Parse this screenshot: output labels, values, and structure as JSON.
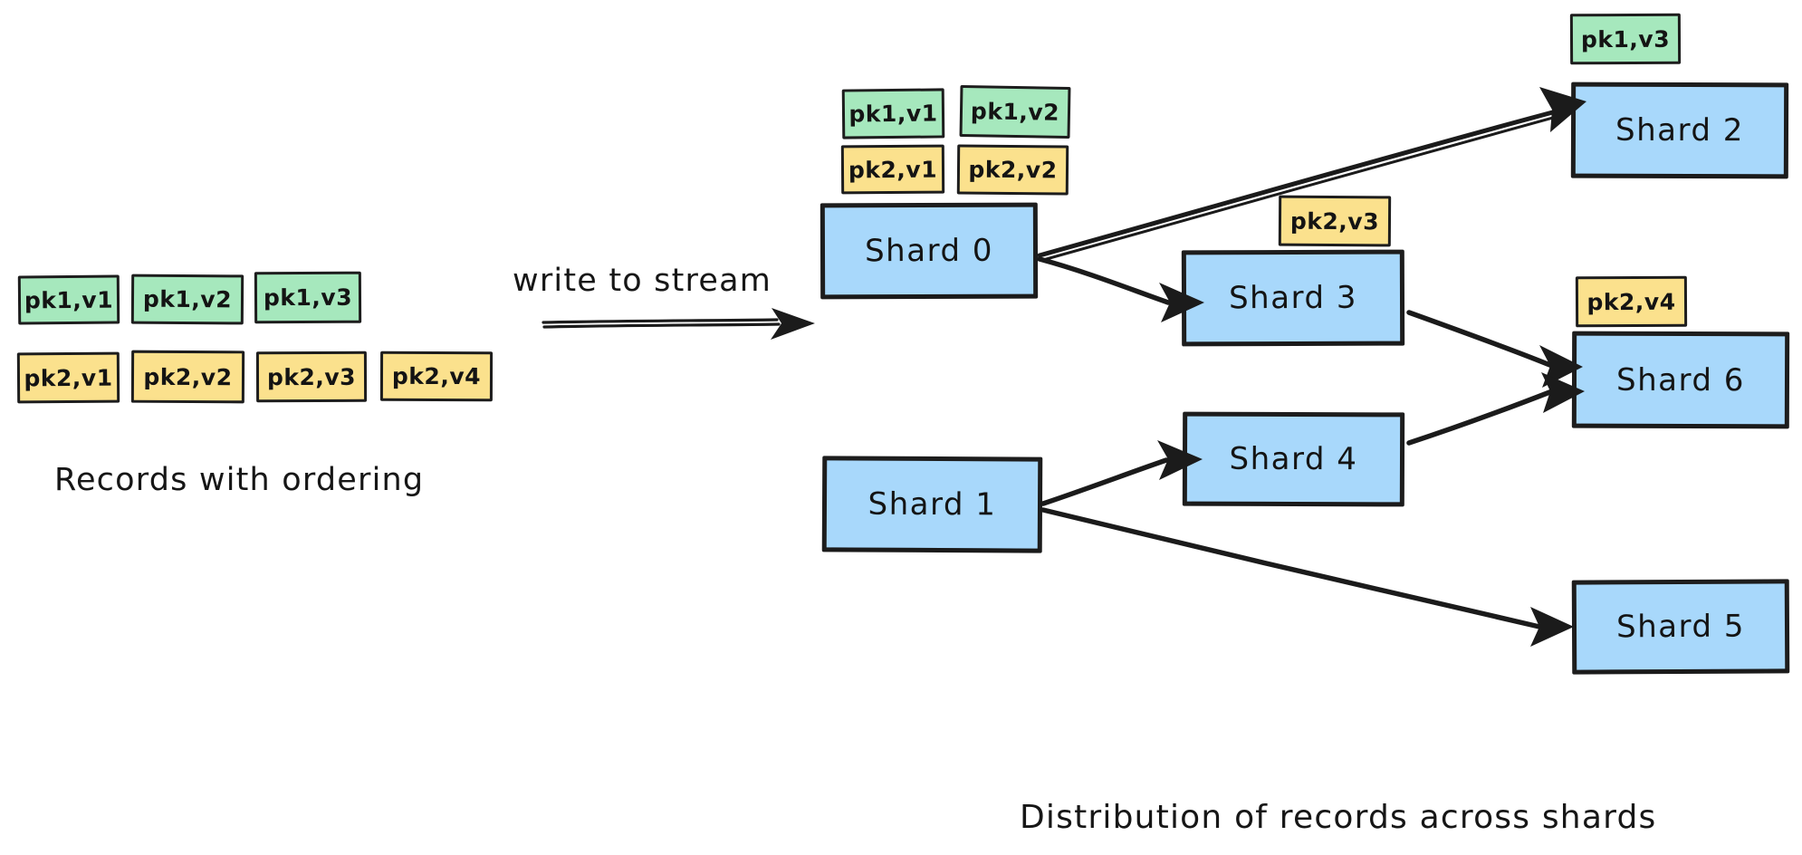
{
  "diagram": {
    "title": "Distribution of records across shards",
    "colors": {
      "record_green": "#a6e8bd",
      "record_yellow": "#fbe18d",
      "shard_blue": "#a8d8fb",
      "stroke": "#1b1b1b",
      "background": "#ffffff"
    }
  },
  "left_panel": {
    "caption": "Records with ordering",
    "pk1_row": [
      {
        "label": "pk1,v1",
        "color": "green"
      },
      {
        "label": "pk1,v2",
        "color": "green"
      },
      {
        "label": "pk1,v3",
        "color": "green"
      }
    ],
    "pk2_row": [
      {
        "label": "pk2,v1",
        "color": "yellow"
      },
      {
        "label": "pk2,v2",
        "color": "yellow"
      },
      {
        "label": "pk2,v3",
        "color": "yellow"
      },
      {
        "label": "pk2,v4",
        "color": "yellow"
      }
    ]
  },
  "transition": {
    "label": "write to stream",
    "arrow": "right-arrow-icon"
  },
  "right_panel": {
    "caption": "Distribution of records across shards",
    "shards": [
      {
        "id": "shard0",
        "label": "Shard 0"
      },
      {
        "id": "shard1",
        "label": "Shard 1"
      },
      {
        "id": "shard2",
        "label": "Shard 2"
      },
      {
        "id": "shard3",
        "label": "Shard 3"
      },
      {
        "id": "shard4",
        "label": "Shard 4"
      },
      {
        "id": "shard5",
        "label": "Shard 5"
      },
      {
        "id": "shard6",
        "label": "Shard 6"
      }
    ],
    "shard0_records": [
      {
        "label": "pk1,v1",
        "color": "green"
      },
      {
        "label": "pk1,v2",
        "color": "green"
      },
      {
        "label": "pk2,v1",
        "color": "yellow"
      },
      {
        "label": "pk2,v2",
        "color": "yellow"
      }
    ],
    "shard2_records": [
      {
        "label": "pk1,v3",
        "color": "green"
      }
    ],
    "shard3_records": [
      {
        "label": "pk2,v3",
        "color": "yellow"
      }
    ],
    "shard6_records": [
      {
        "label": "pk2,v4",
        "color": "yellow"
      }
    ],
    "edges": [
      {
        "from": "Shard 0",
        "to": "Shard 2"
      },
      {
        "from": "Shard 0",
        "to": "Shard 3"
      },
      {
        "from": "Shard 3",
        "to": "Shard 6"
      },
      {
        "from": "Shard 1",
        "to": "Shard 4"
      },
      {
        "from": "Shard 1",
        "to": "Shard 5"
      },
      {
        "from": "Shard 4",
        "to": "Shard 6"
      }
    ]
  }
}
